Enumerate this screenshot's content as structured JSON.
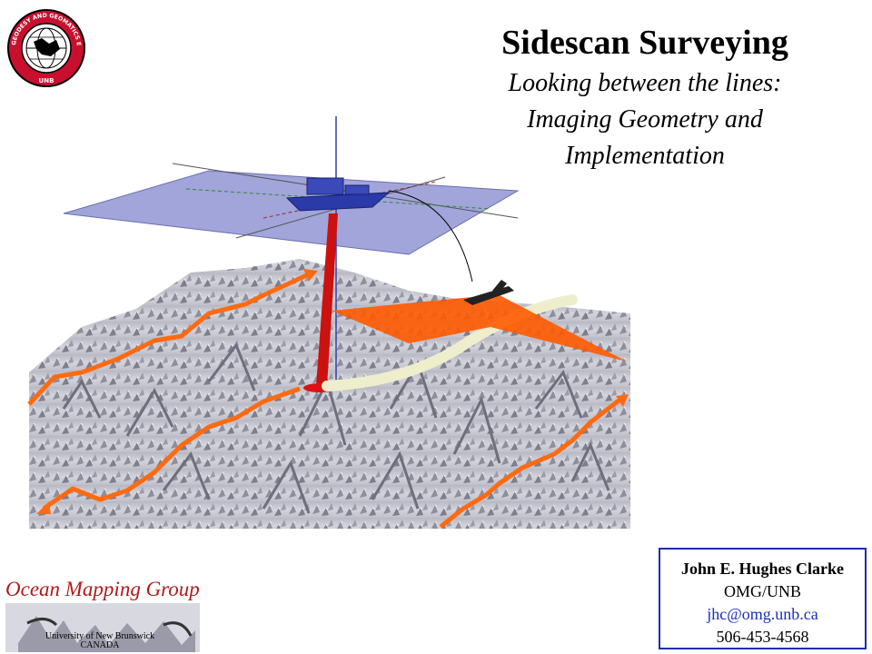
{
  "header": {
    "title": "Sidescan Surveying",
    "subtitle_lines": [
      "Looking between the lines:",
      "Imaging Geometry and",
      "Implementation"
    ]
  },
  "seal": {
    "ring_text": "GEODESY AND GEOMATICS ENGINEERING",
    "bottom_text": "UNB",
    "color": "#c8102e"
  },
  "contact": {
    "name": "John E. Hughes Clarke",
    "org": "OMG/UNB",
    "email": "jhc@omg.unb.ca",
    "phone": "506-453-4568",
    "border_color": "#1b2ea8"
  },
  "footer_logo": {
    "group_name": "Ocean Mapping Group",
    "university": "University of New Brunswick",
    "country": "CANADA"
  },
  "scene_colors": {
    "survey_line": "#ff6a10",
    "swath": "#ff5a00",
    "beam": "#cc1111",
    "sea_surface": "#8a8fd0",
    "ship": "#2a3aa8",
    "seafloor": "#c8c8d0"
  }
}
